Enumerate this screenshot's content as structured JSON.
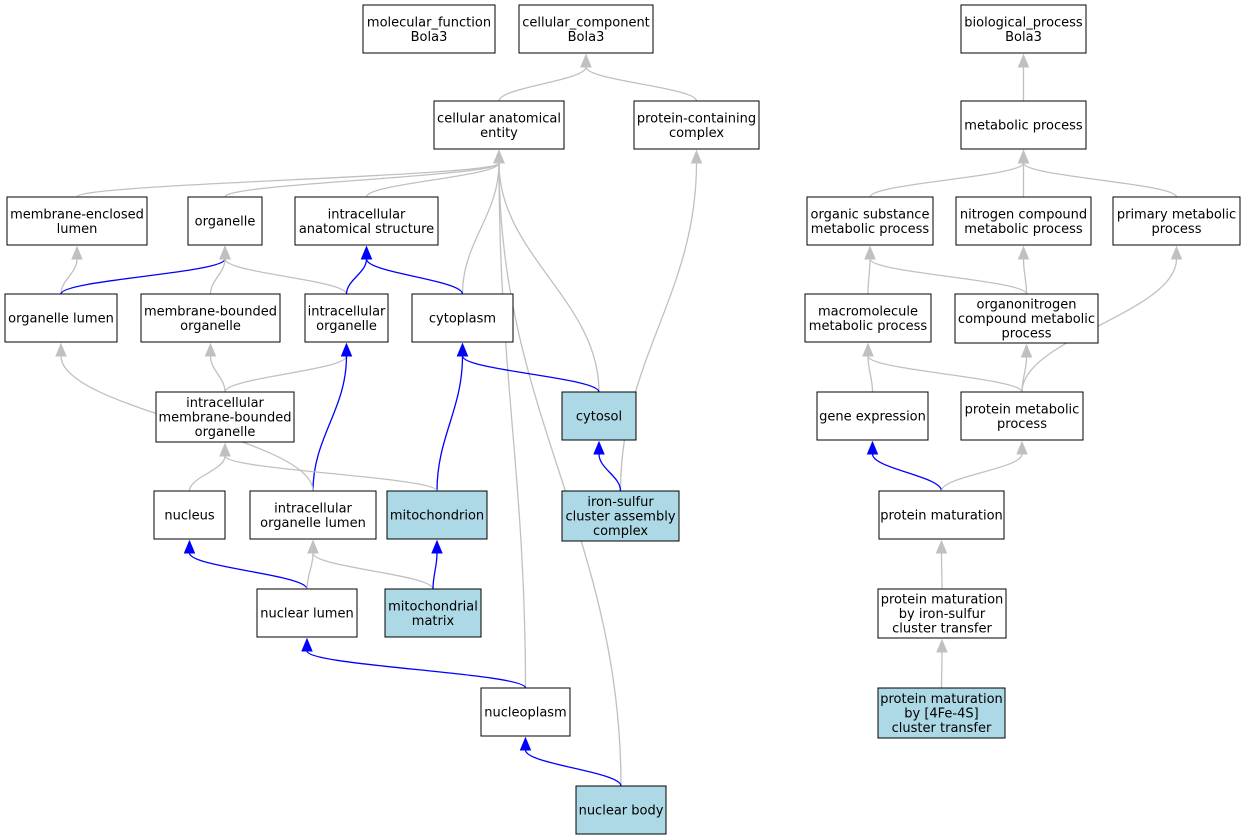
{
  "colors": {
    "highlight_fill": "#add8e6",
    "default_fill": "#ffffff",
    "blue_edge": "#0000ff",
    "gray_edge": "#c0c0c0"
  },
  "nodes": [
    {
      "id": "mf",
      "label": [
        "molecular_function",
        "Bola3"
      ],
      "highlighted": false
    },
    {
      "id": "cc",
      "label": [
        "cellular_component",
        "Bola3"
      ],
      "highlighted": false
    },
    {
      "id": "bp",
      "label": [
        "biological_process",
        "Bola3"
      ],
      "highlighted": false
    },
    {
      "id": "cae",
      "label": [
        "cellular anatomical",
        "entity"
      ],
      "highlighted": false
    },
    {
      "id": "pcc",
      "label": [
        "protein-containing",
        "complex"
      ],
      "highlighted": false
    },
    {
      "id": "metab",
      "label": [
        "metabolic process"
      ],
      "highlighted": false
    },
    {
      "id": "mel",
      "label": [
        "membrane-enclosed",
        "lumen"
      ],
      "highlighted": false
    },
    {
      "id": "org",
      "label": [
        "organelle"
      ],
      "highlighted": false
    },
    {
      "id": "ias",
      "label": [
        "intracellular",
        "anatomical structure"
      ],
      "highlighted": false
    },
    {
      "id": "osmp",
      "label": [
        "organic substance",
        "metabolic process"
      ],
      "highlighted": false
    },
    {
      "id": "ncmp",
      "label": [
        "nitrogen compound",
        "metabolic process"
      ],
      "highlighted": false
    },
    {
      "id": "pmp",
      "label": [
        "primary metabolic",
        "process"
      ],
      "highlighted": false
    },
    {
      "id": "ol",
      "label": [
        "organelle lumen"
      ],
      "highlighted": false
    },
    {
      "id": "mbo",
      "label": [
        "membrane-bounded",
        "organelle"
      ],
      "highlighted": false
    },
    {
      "id": "io",
      "label": [
        "intracellular",
        "organelle"
      ],
      "highlighted": false
    },
    {
      "id": "cyto",
      "label": [
        "cytoplasm"
      ],
      "highlighted": false
    },
    {
      "id": "mmp",
      "label": [
        "macromolecule",
        "metabolic process"
      ],
      "highlighted": false
    },
    {
      "id": "oncmp",
      "label": [
        "organonitrogen",
        "compound metabolic",
        "process"
      ],
      "highlighted": false
    },
    {
      "id": "imbo",
      "label": [
        "intracellular",
        "membrane-bounded",
        "organelle"
      ],
      "highlighted": false
    },
    {
      "id": "cytosol",
      "label": [
        "cytosol"
      ],
      "highlighted": true
    },
    {
      "id": "ge",
      "label": [
        "gene expression"
      ],
      "highlighted": false
    },
    {
      "id": "protmp",
      "label": [
        "protein metabolic",
        "process"
      ],
      "highlighted": false
    },
    {
      "id": "nucleus",
      "label": [
        "nucleus"
      ],
      "highlighted": false
    },
    {
      "id": "iol",
      "label": [
        "intracellular",
        "organelle lumen"
      ],
      "highlighted": false
    },
    {
      "id": "mito",
      "label": [
        "mitochondrion"
      ],
      "highlighted": true
    },
    {
      "id": "iscac",
      "label": [
        "iron-sulfur",
        "cluster assembly",
        "complex"
      ],
      "highlighted": true
    },
    {
      "id": "pm",
      "label": [
        "protein maturation"
      ],
      "highlighted": false
    },
    {
      "id": "nl",
      "label": [
        "nuclear lumen"
      ],
      "highlighted": false
    },
    {
      "id": "mm",
      "label": [
        "mitochondrial",
        "matrix"
      ],
      "highlighted": true
    },
    {
      "id": "pmis",
      "label": [
        "protein maturation",
        "by iron-sulfur",
        "cluster transfer"
      ],
      "highlighted": false
    },
    {
      "id": "np",
      "label": [
        "nucleoplasm"
      ],
      "highlighted": false
    },
    {
      "id": "pm4",
      "label": [
        "protein maturation",
        "by [4Fe-4S]",
        "cluster transfer"
      ],
      "highlighted": true
    },
    {
      "id": "nb",
      "label": [
        "nuclear body"
      ],
      "highlighted": true
    }
  ],
  "edges": [
    {
      "from": "cae",
      "to": "cc",
      "color": "gray"
    },
    {
      "from": "pcc",
      "to": "cc",
      "color": "gray"
    },
    {
      "from": "metab",
      "to": "bp",
      "color": "gray"
    },
    {
      "from": "mel",
      "to": "cae",
      "color": "gray"
    },
    {
      "from": "org",
      "to": "cae",
      "color": "gray"
    },
    {
      "from": "ias",
      "to": "cae",
      "color": "gray"
    },
    {
      "from": "cyto",
      "to": "cae",
      "color": "gray"
    },
    {
      "from": "np",
      "to": "cae",
      "color": "gray"
    },
    {
      "from": "cytosol",
      "to": "cae",
      "color": "gray"
    },
    {
      "from": "nb",
      "to": "cae",
      "color": "gray"
    },
    {
      "from": "iscac",
      "to": "pcc",
      "color": "gray"
    },
    {
      "from": "osmp",
      "to": "metab",
      "color": "gray"
    },
    {
      "from": "ncmp",
      "to": "metab",
      "color": "gray"
    },
    {
      "from": "pmp",
      "to": "metab",
      "color": "gray"
    },
    {
      "from": "ol",
      "to": "mel",
      "color": "gray"
    },
    {
      "from": "ol",
      "to": "org",
      "color": "blue"
    },
    {
      "from": "mbo",
      "to": "org",
      "color": "gray"
    },
    {
      "from": "io",
      "to": "org",
      "color": "gray"
    },
    {
      "from": "io",
      "to": "ias",
      "color": "blue"
    },
    {
      "from": "cyto",
      "to": "ias",
      "color": "blue"
    },
    {
      "from": "mmp",
      "to": "osmp",
      "color": "gray"
    },
    {
      "from": "oncmp",
      "to": "osmp",
      "color": "gray"
    },
    {
      "from": "oncmp",
      "to": "ncmp",
      "color": "gray"
    },
    {
      "from": "protmp",
      "to": "pmp",
      "color": "gray"
    },
    {
      "from": "imbo",
      "to": "mbo",
      "color": "gray"
    },
    {
      "from": "imbo",
      "to": "io",
      "color": "gray"
    },
    {
      "from": "iol",
      "to": "io",
      "color": "blue"
    },
    {
      "from": "mito",
      "to": "cyto",
      "color": "blue"
    },
    {
      "from": "cytosol",
      "to": "cyto",
      "color": "blue"
    },
    {
      "from": "ge",
      "to": "mmp",
      "color": "gray"
    },
    {
      "from": "protmp",
      "to": "mmp",
      "color": "gray"
    },
    {
      "from": "protmp",
      "to": "oncmp",
      "color": "gray"
    },
    {
      "from": "nucleus",
      "to": "imbo",
      "color": "gray"
    },
    {
      "from": "mito",
      "to": "imbo",
      "color": "gray"
    },
    {
      "from": "iol",
      "to": "ol",
      "color": "gray"
    },
    {
      "from": "iscac",
      "to": "cytosol",
      "color": "blue"
    },
    {
      "from": "pm",
      "to": "ge",
      "color": "blue"
    },
    {
      "from": "pm",
      "to": "protmp",
      "color": "gray"
    },
    {
      "from": "nl",
      "to": "nucleus",
      "color": "blue"
    },
    {
      "from": "nl",
      "to": "iol",
      "color": "gray"
    },
    {
      "from": "mm",
      "to": "iol",
      "color": "gray"
    },
    {
      "from": "mm",
      "to": "mito",
      "color": "blue"
    },
    {
      "from": "pmis",
      "to": "pm",
      "color": "gray"
    },
    {
      "from": "np",
      "to": "nl",
      "color": "blue"
    },
    {
      "from": "pm4",
      "to": "pmis",
      "color": "gray"
    },
    {
      "from": "nb",
      "to": "np",
      "color": "blue"
    }
  ]
}
